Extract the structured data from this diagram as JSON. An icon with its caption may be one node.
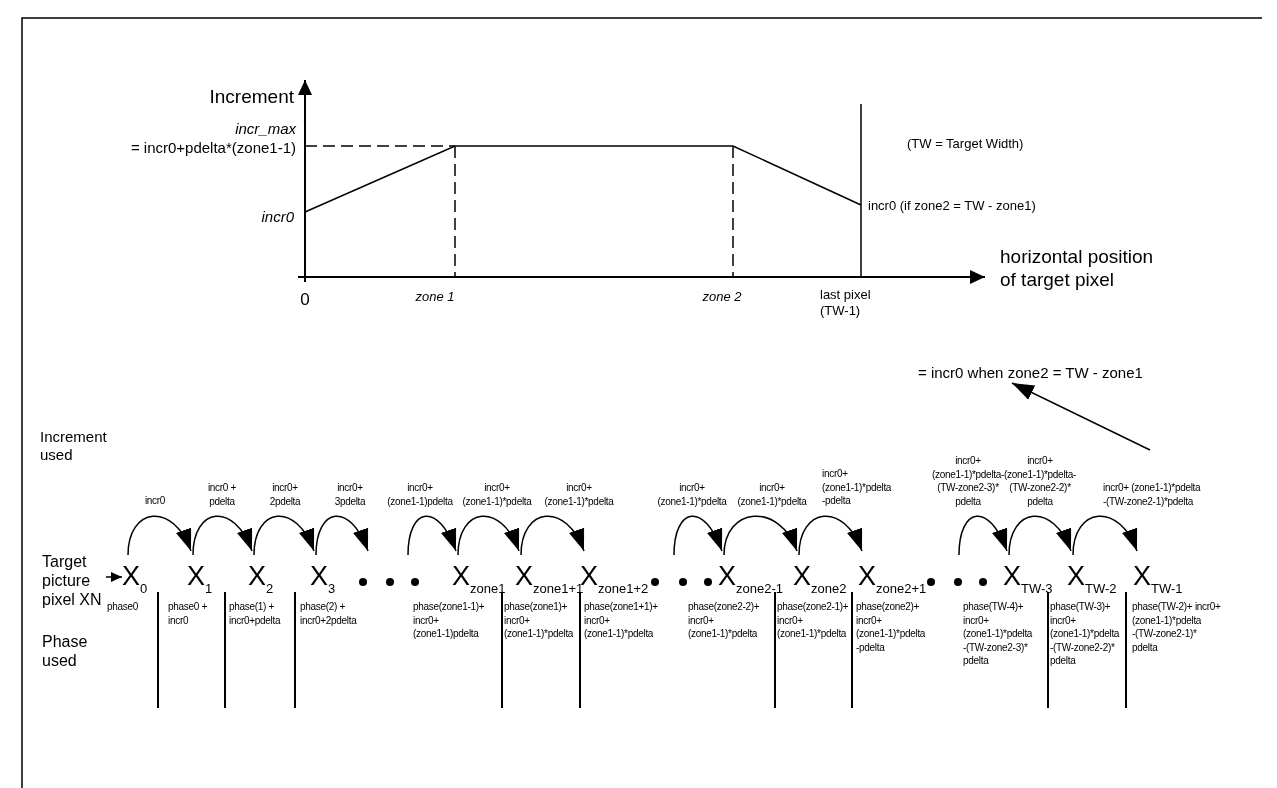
{
  "diagram": {
    "nodes": [
      {
        "text": [
          "= incr0 when zone2 = TW - zone1"
        ]
      },
      {
        "text": [
          "Target picture pixel XN"
        ]
      },
      {
        "text": [
          "X$_{0}$"
        ],
        "beside": [
          "phase0"
        ]
      },
      {
        "text": [
          "X$_{1}$"
        ],
        "beside": [
          "phase0 + incr0"
        ]
      },
      {
        "text": [
          "X$_{2}$"
        ],
        "beside": [
          "phase(1) + incr0+pdelta"
        ]
      },
      {
        "text": [
          "X$_{3}$"
        ],
        "beside": [
          "phase(2) + incr0+2pdelta"
        ]
      },
      {
        "text": [
          "X$_{zone1}$"
        ],
        "beside": [
          "phase(zone1-1)+ incr0+ (zone1-1)pdelta"
        ]
      },
      {
        "text": [
          "X$_{zone1+1}$"
        ],
        "beside": [
          "phase(zone1)+ incr0+ (zone1-1)*pdelta"
        ]
      },
      {
        "text": [
          "X$_{zone1+2}$"
        ],
        "beside": [
          "phase(zone1+1)+ incr0+ (zone1-1)*pdelta"
        ]
      },
      {
        "text": [
          "X$_{zone2-1}$"
        ],
        "beside": [
          "phase(zone2-2)+ incr0+ (zone1-1)*pdelta"
        ]
      },
      {
        "text": [
          "X$_{zone2}$"
        ],
        "beside": [
          "phase(zone2-1)+ incr0+ (zone1-1)*pdelta"
        ]
      },
      {
        "text": [
          "X$_{zone2+1}$"
        ],
        "beside": [
          "phase(zone2)+ incr0+ (zone1-1)*pdelta -pdelta"
        ]
      },
      {
        "text": [
          "X$_{TW-3}$"
        ],
        "beside": [
          "phase(TW-4)+ incr0+ (zone1-1)*pdelta -(TW-zone2-3)* pdelta"
        ]
      },
      {
        "text": [
          "X$_{TW-2}$"
        ],
        "beside": [
          "phase(TW-3)+ incr0+ (zone1-1)*pdelta -(TW-zone2-2)* pdelta"
        ]
      },
      {
        "text": [
          "X$_{TW-1}$"
        ],
        "beside": [
          "phase(TW-2)+ incr0+ (zone1-1)*pdelta -(TW-zone2-1)* pdelta"
        ]
      }
    ],
    "edges": [
      {
        "from": null,
        "to": 0,
        "arrow": "to"
      },
      {
        "from": 1,
        "to": 2,
        "arrow": "to"
      },
      {
        "from": 2,
        "to": 3,
        "arrow": "to",
        "label": "incr0"
      },
      {
        "from": 3,
        "to": 4,
        "arrow": "to",
        "label": "incr0 + pdelta"
      },
      {
        "from": 4,
        "to": 5,
        "arrow": "to",
        "label": "incr0+ 2pdelta"
      },
      {
        "from": 5,
        "to": null,
        "arrow": "to",
        "label": "incr0+ 3pdelta"
      },
      {
        "from": null,
        "to": 6,
        "arrow": "to",
        "label": "incr0+ (zone1-1)pdelta"
      },
      {
        "from": 6,
        "to": 7,
        "arrow": "to",
        "label": "incr0+ (zone1-1)*pdelta"
      },
      {
        "from": 7,
        "to": 8,
        "arrow": "to",
        "label": "incr0+ (zone1-1)*pdelta"
      },
      {
        "from": null,
        "to": 9,
        "arrow": "to",
        "label": "incr0+ (zone1-1)*pdelta"
      },
      {
        "from": 9,
        "to": 10,
        "arrow": "to",
        "label": "incr0+ (zone1-1)*pdelta"
      },
      {
        "from": 10,
        "to": 11,
        "arrow": "to",
        "label": "incr0+ (zone1-1)*pdelta -pdelta"
      },
      {
        "from": null,
        "to": 12,
        "arrow": "to",
        "label": "incr0+ (zone1-1)*pdelta- (TW-zone2-3)* pdelta"
      },
      {
        "from": 12,
        "to": 13,
        "arrow": "to",
        "label": "incr0+ (zone1-1)*pdelta- (TW-zone2-2)* pdelta"
      },
      {
        "from": 13,
        "to": 14,
        "arrow": "to",
        "label": "incr0+ (zone1-1)*pdelta -(TW-zone2-1)*pdelta"
      }
    ],
    "labels": [
      "Increment",
      "incr_max",
      "= incr0+pdelta*(zone1-1)",
      "incr0",
      "(TW = Target Width)",
      "incr0 (if zone2 = TW - zone1)",
      "horizontal position of target pixel",
      "0",
      "zone 1",
      "zone 2",
      "last pixel (TW-1)",
      "Increment used",
      "Phase used"
    ]
  }
}
